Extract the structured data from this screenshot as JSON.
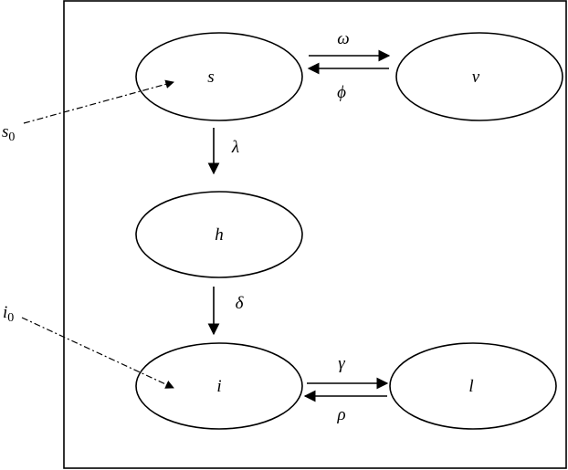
{
  "nodes": {
    "s": "s",
    "v": "v",
    "h": "h",
    "i": "i",
    "l": "l"
  },
  "edges": {
    "s_to_v": "ω",
    "v_to_s": "ϕ",
    "s_to_h": "λ",
    "h_to_i": "δ",
    "i_to_l": "γ",
    "l_to_i": "ρ"
  },
  "initial": {
    "s0_main": "s",
    "s0_sub": "0",
    "i0_main": "i",
    "i0_sub": "0"
  }
}
